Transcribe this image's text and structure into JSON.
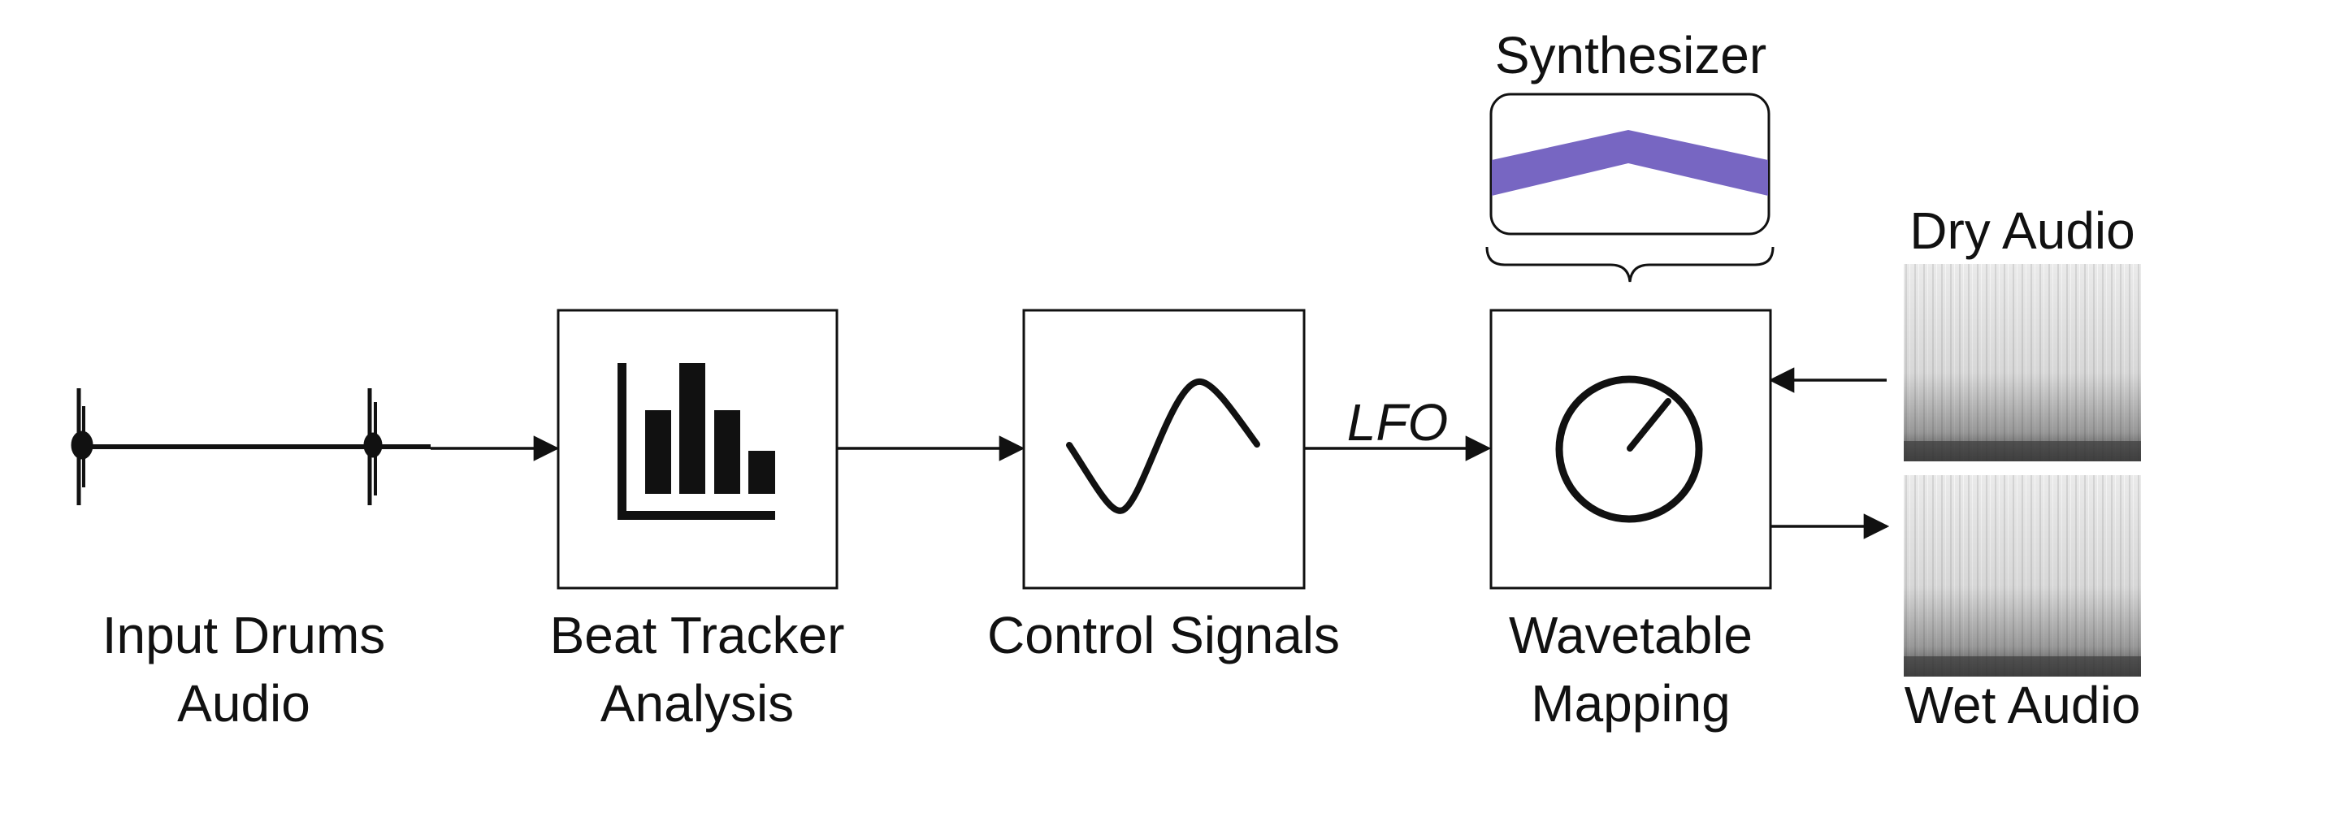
{
  "labels": {
    "input": [
      "Input Drums",
      "Audio"
    ],
    "beat_tracker": [
      "Beat Tracker",
      "Analysis"
    ],
    "control": "Control Signals",
    "wavetable": [
      "Wavetable",
      "Mapping"
    ],
    "synth": "Synthesizer",
    "lfo": "LFO",
    "dry": "Dry Audio",
    "wet": "Wet Audio"
  },
  "colors": {
    "stroke": "#111111",
    "wavetable_fill": "#7766c2",
    "spectrogram_light": "#e8e8e8",
    "spectrogram_dark": "#3c3c3c"
  },
  "icons": {
    "beat_tracker": "bar-chart-icon",
    "control": "sine-wave-icon",
    "wavetable": "knob-icon",
    "synth": "wavetable-shape-icon"
  }
}
